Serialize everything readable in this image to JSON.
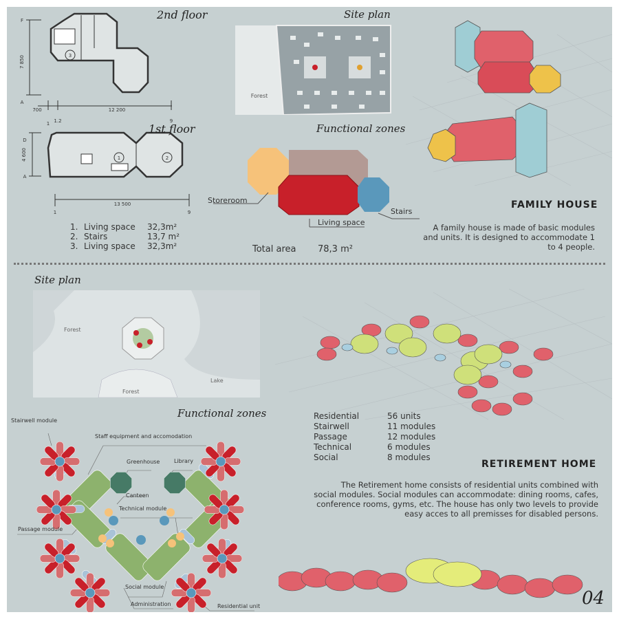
{
  "family_house": {
    "title": "FAMILY HOUSE",
    "description": "A family house is  made of basic modules and units. It is designed to accommodate 1 to 4 people.",
    "floor2": {
      "title": "2nd floor",
      "dim_vertical": "7 850",
      "dim_offset": "700",
      "dim_horizontal": "12 200",
      "axes": [
        "F",
        "A",
        "1",
        "1.2",
        "9"
      ],
      "room": "3"
    },
    "floor1": {
      "title": "1st floor",
      "dim_vertical": "4 600",
      "dim_horizontal": "13 500",
      "axes": [
        "D",
        "A",
        "1",
        "9"
      ],
      "rooms": [
        "1",
        "2"
      ]
    },
    "rooms": [
      {
        "num": "1.",
        "name": "Living space",
        "area": "32,3m²"
      },
      {
        "num": "2.",
        "name": "Stairs",
        "area": "13,7 m²"
      },
      {
        "num": "3.",
        "name": "Living space",
        "area": "32,3m²"
      }
    ],
    "site_plan": {
      "title": "Site plan",
      "forest": "Forest"
    },
    "functional_zones": {
      "title": "Functional zones",
      "storeroom": "Storeroom",
      "living_space": "Living space",
      "stairs": "Stairs"
    },
    "total_area_label": "Total area",
    "total_area_value": "78,3 m²"
  },
  "retirement_home": {
    "title": "RETIREMENT HOME",
    "description": [
      "The Retirement home consists of residential units combined with",
      "social modules. Social modules can accommodate: dining rooms, cafes,",
      "conference rooms, gyms, etc. The house has only two levels to provide",
      "easy acces to all premisses for disabled persons."
    ],
    "site_plan": {
      "title": "Site plan",
      "forest1": "Forest",
      "forest2": "Forest",
      "lake": "Lake"
    },
    "stats": [
      {
        "label": "Residential",
        "value": "56 units"
      },
      {
        "label": "Stairwell",
        "value": "11 modules"
      },
      {
        "label": "Passage",
        "value": "12 modules"
      },
      {
        "label": "Technical",
        "value": "6 modules"
      },
      {
        "label": "Social",
        "value": "8 modules"
      }
    ],
    "functional_zones": {
      "title": "Functional zones",
      "labels": {
        "stairwell": "Stairwell module",
        "staff": "Staff equipment and accomodation",
        "greenhouse": "Greenhouse",
        "library": "Library",
        "canteen": "Canteen",
        "technical": "Technical module",
        "passage": "Passage module",
        "social": "Social module",
        "administration": "Administration",
        "residential": "Residential unit"
      }
    }
  },
  "page_number": "04",
  "colors": {
    "background": "#c6d0d1",
    "residential": "#c8202a",
    "residential_light": "#d66d6f",
    "social": "#8db26d",
    "greenhouse": "#467a66",
    "stair": "#5a98bb",
    "passage": "#a9c3d8",
    "technical": "#f6c27a",
    "storeroom": "#f6c27a",
    "storage_brown": "#b39a94"
  }
}
